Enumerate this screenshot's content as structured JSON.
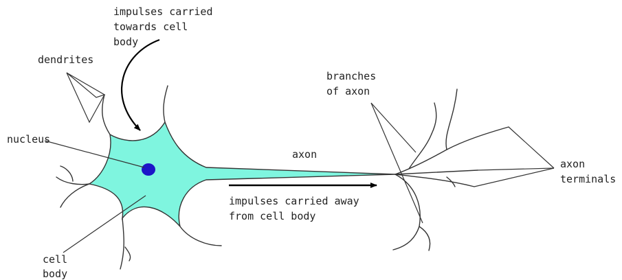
{
  "labels": {
    "impulses_toward": [
      "impulses carried",
      "towards cell",
      "body"
    ],
    "dendrites": "dendrites",
    "branches_of_axon": [
      "branches",
      "of axon"
    ],
    "nucleus": "nucleus",
    "axon": "axon",
    "axon_terminals": [
      "axon",
      "terminals"
    ],
    "impulses_away": [
      "impulses carried away",
      "from cell body"
    ],
    "cell_body": [
      "cell",
      "body"
    ]
  },
  "colors": {
    "cell_body_fill": "#7ff5df",
    "nucleus_fill": "#1c16c8",
    "line": "#333333",
    "arrow": "#000000"
  }
}
